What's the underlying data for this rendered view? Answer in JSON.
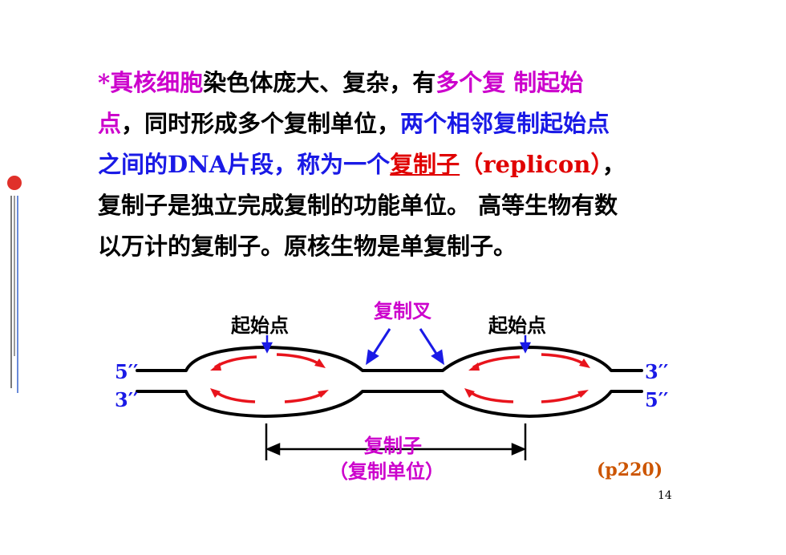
{
  "text": {
    "asterisk": "*",
    "l1_a": "真核细胞",
    "l1_b": "染色体庞大、复杂，有",
    "l1_c": "多个复 制起始",
    "l2_a": "点",
    "l2_b": "，同时形成多个复制单位，",
    "l2_c": "两个相邻复制起始点",
    "l3_a": "之间的DNA片段，称为一个",
    "l3_b": "复制子",
    "l3_c": "（replicon）",
    "l3_d": "，",
    "l4_a": "复制子是独立完成复制的功能单位。",
    "l4_b": " 高等生物有数",
    "l5": "以万计的复制子。原核生物是单复制子。"
  },
  "diagram": {
    "origin_left": "起始点",
    "origin_right": "起始点",
    "fork": "复制叉",
    "end_left_top": "5′′",
    "end_left_bottom": "3′′",
    "end_right_top": "3′′",
    "end_right_bottom": "5′′",
    "replicon": "复制子",
    "replicon_unit": "（复制单位）",
    "page_ref": "(p220)",
    "page_number": "14"
  },
  "colors": {
    "magenta": "#cc00cc",
    "blue": "#1a1ae6",
    "red": "#e00000",
    "arrow_red": "#e8141c",
    "fork_blue": "#1a1ae6",
    "brown": "#cc5500"
  }
}
